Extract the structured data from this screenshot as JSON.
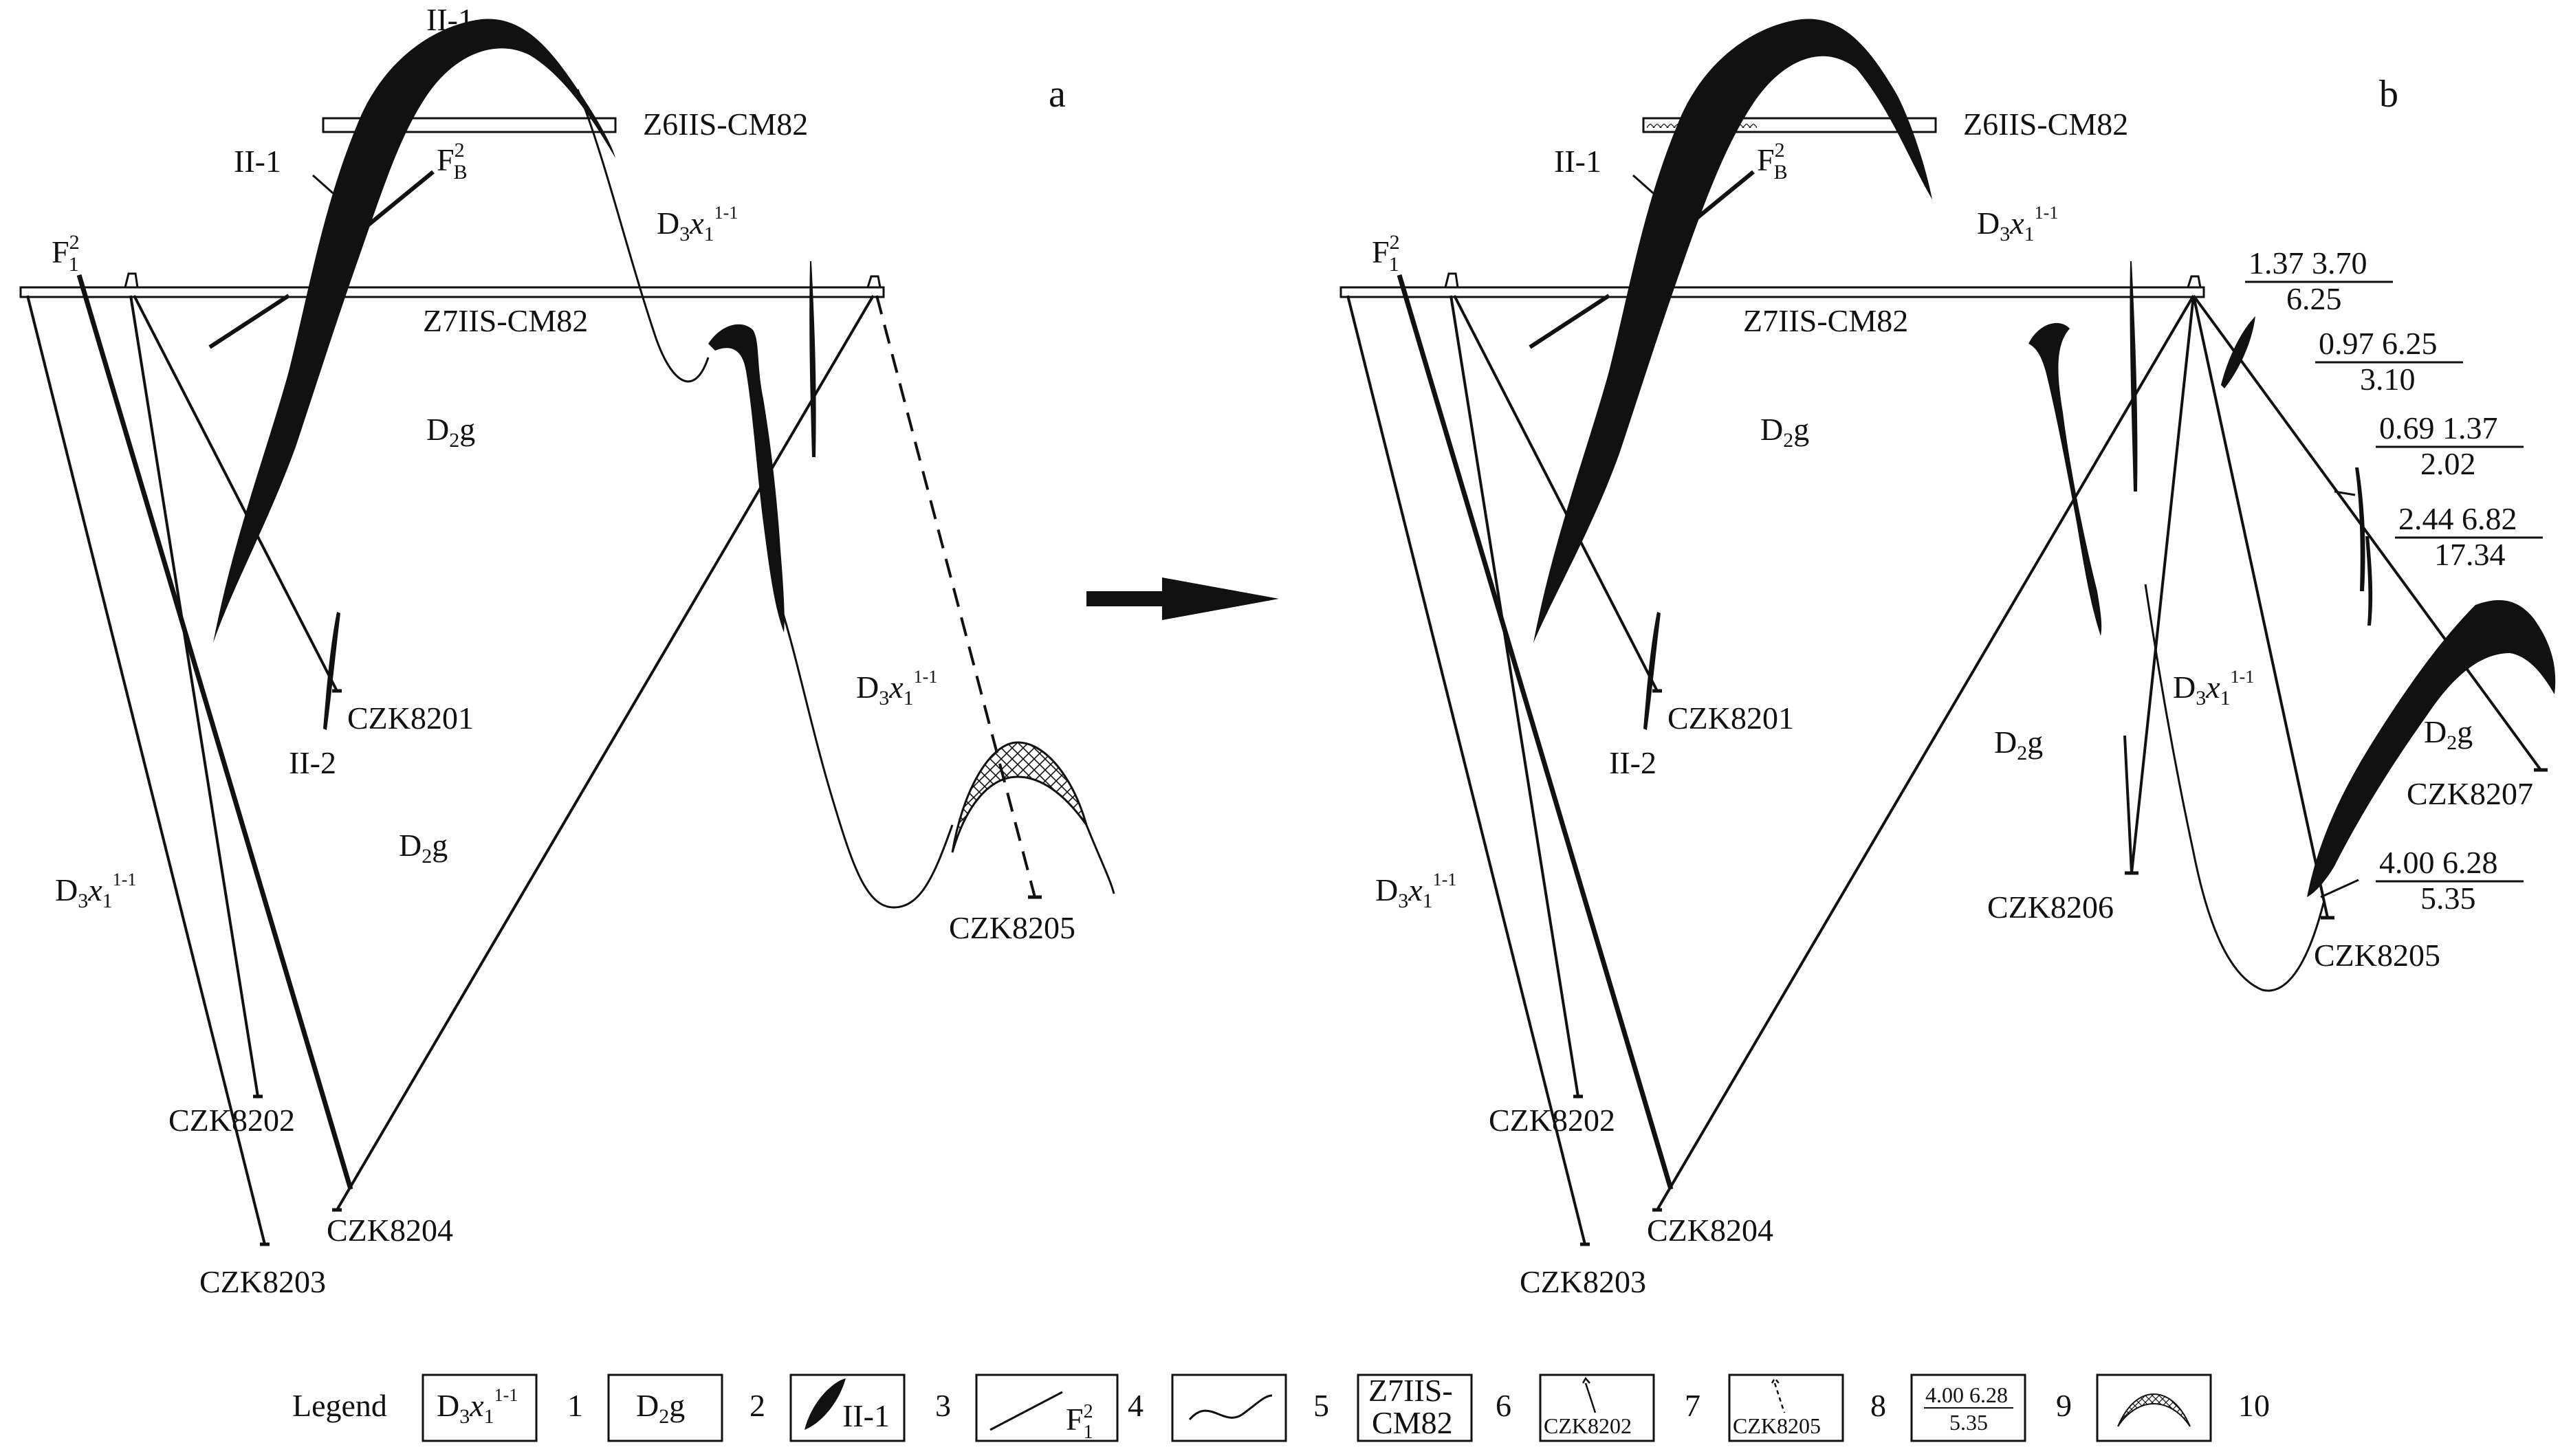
{
  "panels": {
    "a": {
      "tag": "a"
    },
    "b": {
      "tag": "b"
    }
  },
  "adits": {
    "z6": "Z6IIS-CM82",
    "z7": "Z7IIS-CM82"
  },
  "orebodies": {
    "ii1": "II-1",
    "ii2": "II-2"
  },
  "faults": {
    "f1": "F",
    "f1_sup": "2",
    "f1_sub": "1",
    "fb": "F",
    "fb_sup": "2",
    "fb_sub": "B"
  },
  "formations": {
    "d3x_main": "D",
    "d3x_sub": "3",
    "d3x_x": "x",
    "d3x_xsub": "1",
    "d3x_sup": "1-1",
    "d2g_main": "D",
    "d2g_sub": "2",
    "d2g_g": "g"
  },
  "drillholes": {
    "czk8201": "CZK8201",
    "czk8202": "CZK8202",
    "czk8203": "CZK8203",
    "czk8204": "CZK8204",
    "czk8205": "CZK8205",
    "czk8206": "CZK8206",
    "czk8207": "CZK8207"
  },
  "assays": [
    {
      "top": "1.37 3.70",
      "bottom": "6.25"
    },
    {
      "top": "0.97 6.25",
      "bottom": "3.10"
    },
    {
      "top": "0.69 1.37",
      "bottom": "2.02"
    },
    {
      "top": "2.44 6.82",
      "bottom": "17.34"
    },
    {
      "top": "4.00 6.28",
      "bottom": "5.35"
    }
  ],
  "legend": {
    "title": "Legend",
    "items": [
      {
        "num": "1"
      },
      {
        "num": "2"
      },
      {
        "num": "3",
        "label": "II-1"
      },
      {
        "num": "4",
        "label": "F"
      },
      {
        "num": "5"
      },
      {
        "num": "6",
        "line1": "Z7IIS-",
        "line2": "CM82"
      },
      {
        "num": "7",
        "label": "CZK8202"
      },
      {
        "num": "8",
        "label": "CZK8205"
      },
      {
        "num": "9",
        "top": "4.00 6.28",
        "bottom": "5.35"
      },
      {
        "num": "10"
      }
    ]
  }
}
